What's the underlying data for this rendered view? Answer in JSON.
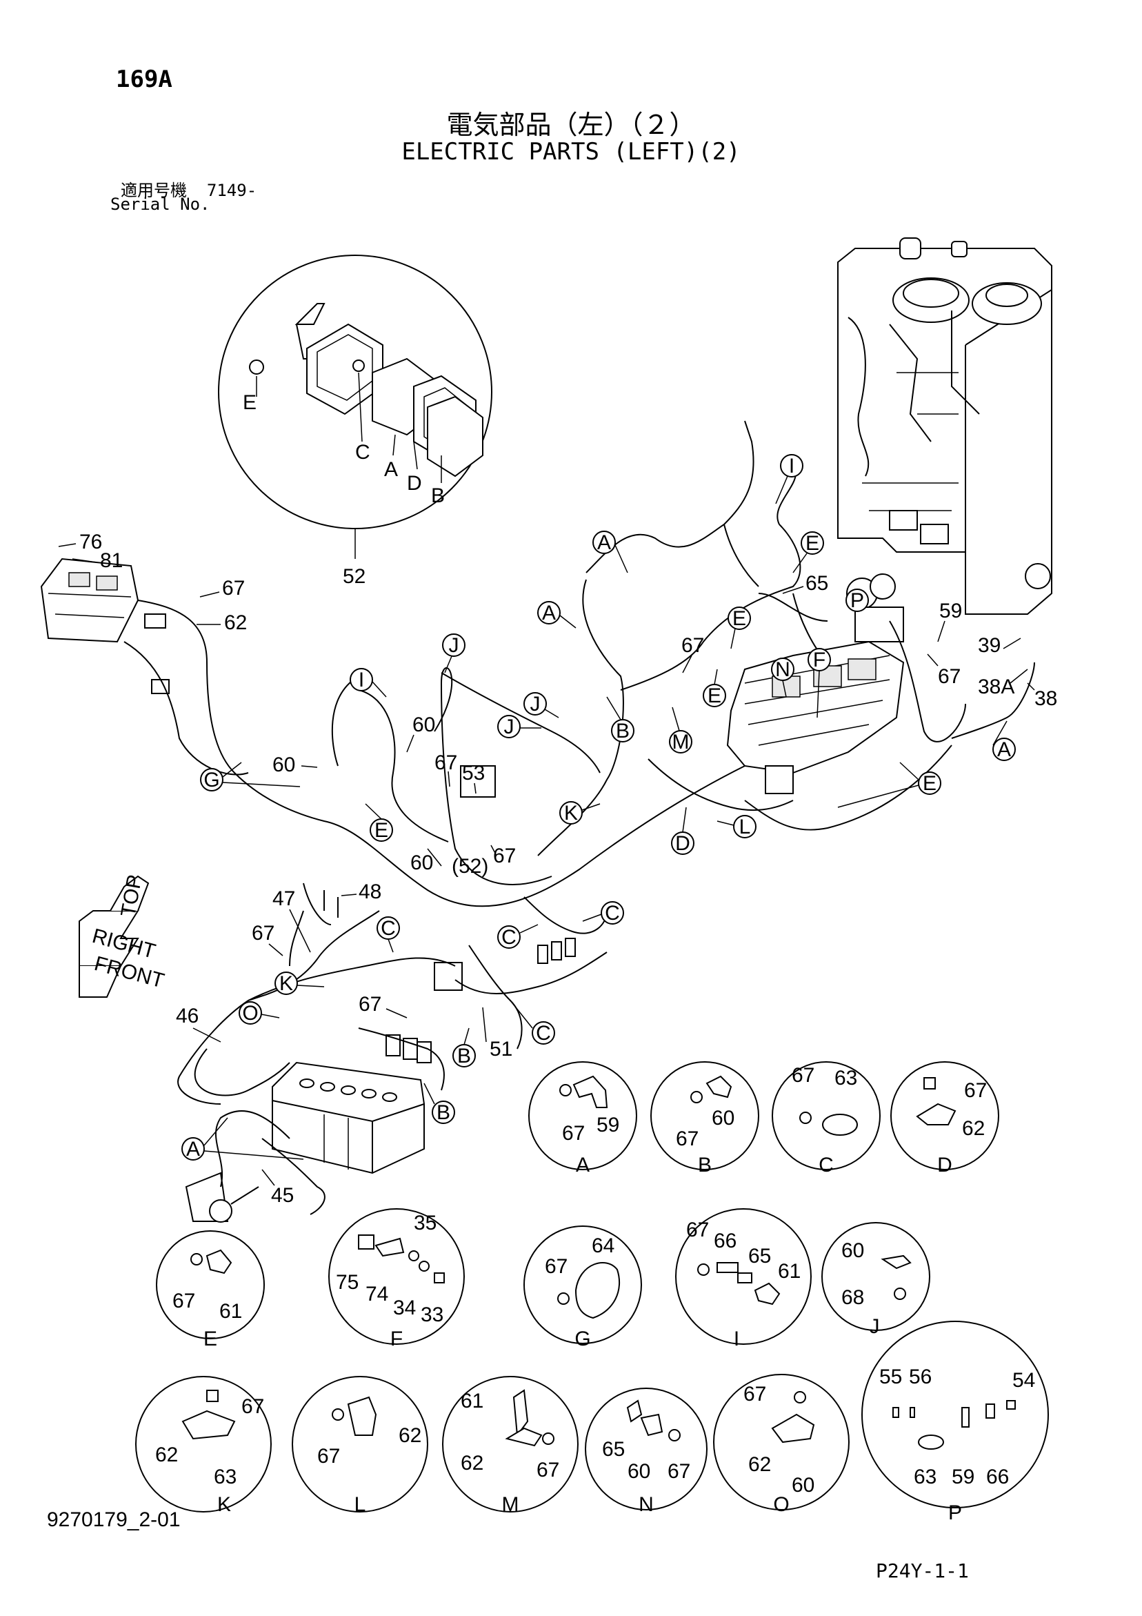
{
  "header": {
    "page_id": "169A",
    "title_jp": "電気部品（左）（２）",
    "title_en": "ELECTRIC PARTS (LEFT)(2)",
    "serial_label_jp": "適用号機",
    "serial_value": "7149-",
    "serial_label_en": "Serial No."
  },
  "footer": {
    "drawing_number": "9270179_2-01",
    "page_code": "P24Y-1-1"
  },
  "compass": {
    "top": "TOP",
    "right": "RIGHT",
    "front": "FRONT"
  },
  "callouts": {
    "c76": "76",
    "c81": "81",
    "c67a": "67",
    "c62a": "62",
    "c52": "52",
    "cE1": "E",
    "cC1": "C",
    "cA1": "A",
    "cD1": "D",
    "cB1": "B",
    "c60a": "60",
    "c60b": "60",
    "c60c": "60",
    "c67b": "67",
    "c53": "53",
    "c67c": "67",
    "c52p": "(52)",
    "c67d": "67",
    "c65": "65",
    "c59": "59",
    "c39": "39",
    "c67e": "67",
    "c38A": "38A",
    "c38": "38",
    "c47": "47",
    "c48": "48",
    "c67f": "67",
    "c46": "46",
    "c67g": "67",
    "c51": "51",
    "c45": "45"
  },
  "bubbles": {
    "A1": "A",
    "A2": "A",
    "A3": "A",
    "A4": "A",
    "B1": "B",
    "B2": "B",
    "B3": "B",
    "C1": "C",
    "C2": "C",
    "C3": "C",
    "C4": "C",
    "D1": "D",
    "E1": "E",
    "E2": "E",
    "E3": "E",
    "E4": "E",
    "E5": "E",
    "F1": "F",
    "G1": "G",
    "I1": "I",
    "I2": "I",
    "J1": "J",
    "J2": "J",
    "J3": "J",
    "K1": "K",
    "K2": "K",
    "L1": "L",
    "M1": "M",
    "N1": "N",
    "O1": "O",
    "P1": "P"
  },
  "details": [
    {
      "id": "A",
      "label": "A",
      "parts": [
        "67",
        "59"
      ]
    },
    {
      "id": "B",
      "label": "B",
      "parts": [
        "67",
        "60"
      ]
    },
    {
      "id": "C",
      "label": "C",
      "parts": [
        "67",
        "63"
      ]
    },
    {
      "id": "D",
      "label": "D",
      "parts": [
        "67",
        "62"
      ]
    },
    {
      "id": "E",
      "label": "E",
      "parts": [
        "67",
        "61"
      ]
    },
    {
      "id": "F",
      "label": "F",
      "parts": [
        "35",
        "75",
        "74",
        "34",
        "33"
      ]
    },
    {
      "id": "G",
      "label": "G",
      "parts": [
        "67",
        "64"
      ]
    },
    {
      "id": "I",
      "label": "I",
      "parts": [
        "67",
        "66",
        "65",
        "61"
      ]
    },
    {
      "id": "J",
      "label": "J",
      "parts": [
        "60",
        "68"
      ]
    },
    {
      "id": "K",
      "label": "K",
      "parts": [
        "67",
        "62",
        "63"
      ]
    },
    {
      "id": "L",
      "label": "L",
      "parts": [
        "67",
        "62"
      ]
    },
    {
      "id": "M",
      "label": "M",
      "parts": [
        "61",
        "62",
        "67"
      ]
    },
    {
      "id": "N",
      "label": "N",
      "parts": [
        "65",
        "60",
        "67"
      ]
    },
    {
      "id": "O",
      "label": "O",
      "parts": [
        "67",
        "62",
        "60"
      ]
    },
    {
      "id": "P",
      "label": "P",
      "parts": [
        "55",
        "56",
        "54",
        "63",
        "59",
        "66"
      ]
    }
  ]
}
